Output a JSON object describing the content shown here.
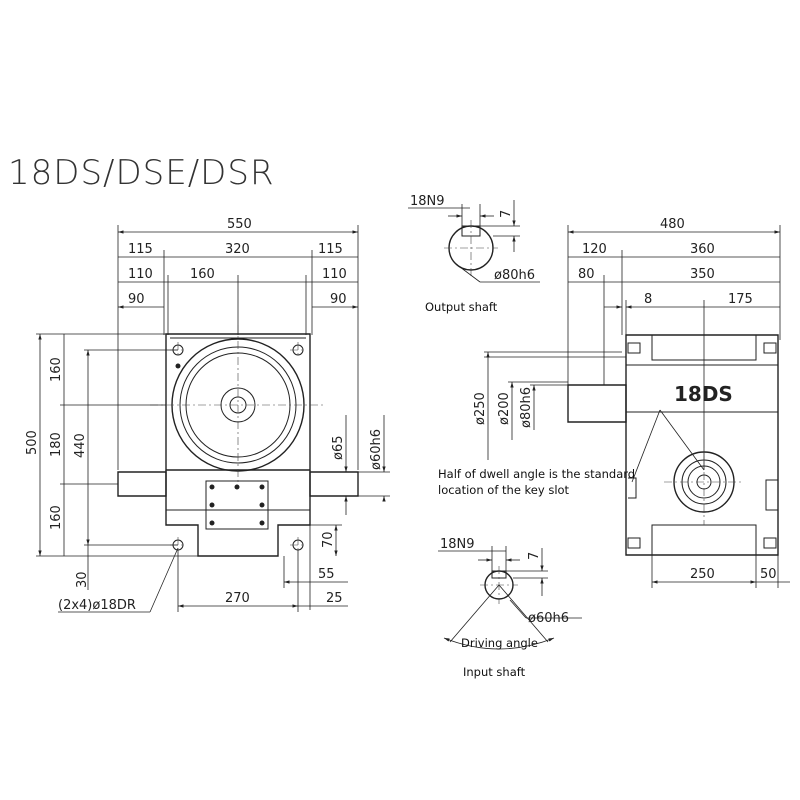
{
  "title": "18DS/DSE/DSR",
  "body_mark": "18DS",
  "front_view": {
    "top_dims": [
      "550",
      "115",
      "320",
      "115",
      "110",
      "160",
      "110",
      "90",
      "90"
    ],
    "left_dims": [
      "500",
      "160",
      "180",
      "440",
      "160",
      "30"
    ],
    "right_dims": [
      "ø65",
      "ø60h6",
      "70",
      "55"
    ],
    "bottom_dims": [
      "270",
      "25"
    ],
    "mounting_holes": "(2x4)ø18DR"
  },
  "side_view": {
    "top_dims": [
      "480",
      "120",
      "360",
      "80",
      "350",
      "8",
      "175"
    ],
    "left_dims": [
      "ø250",
      "ø200",
      "ø80h6"
    ],
    "bottom_dims": [
      "250",
      "50"
    ],
    "note_line1": "Half of dwell angle is the standard",
    "note_line2": "location of the key slot"
  },
  "output_shaft": {
    "key_label": "18N9",
    "key_depth": "7",
    "diameter": "ø80h6",
    "caption": "Output shaft"
  },
  "input_shaft": {
    "key_label": "18N9",
    "key_depth": "7",
    "diameter": "ø60h6",
    "angle_label": "Driving angle",
    "caption": "Input shaft"
  }
}
